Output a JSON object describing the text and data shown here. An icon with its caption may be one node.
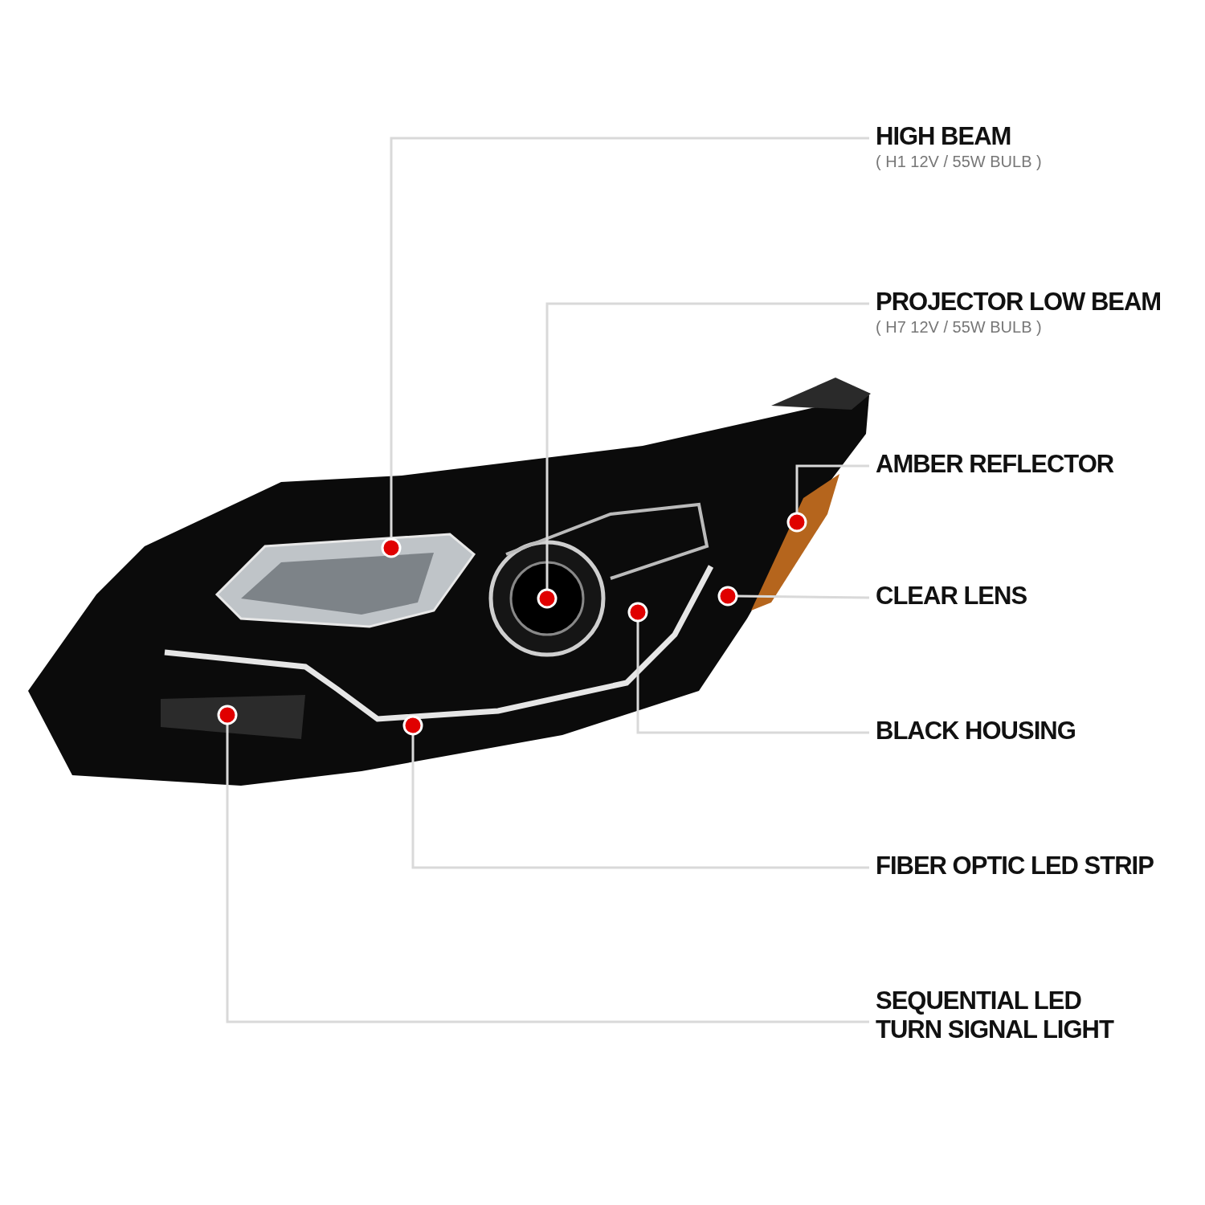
{
  "diagram": {
    "nodes": [
      {
        "text": [
          "HIGH BEAM",
          "( H1 12V / 55W BULB )"
        ]
      },
      {
        "text": [
          "PROJECTOR LOW BEAM",
          "( H7 12V / 55W BULB )"
        ]
      },
      {
        "text": [
          "AMBER REFLECTOR"
        ]
      },
      {
        "text": [
          "CLEAR LENS"
        ]
      },
      {
        "text": [
          "BLACK HOUSING"
        ]
      },
      {
        "text": [
          "FIBER OPTIC LED STRIP"
        ]
      },
      {
        "text": [
          "SEQUENTIAL LED TURN SIGNAL LIGHT"
        ]
      },
      {
        "text": [],
        "shape": "circle"
      },
      {
        "text": [],
        "shape": "circle"
      },
      {
        "text": [],
        "shape": "circle"
      },
      {
        "text": [],
        "shape": "circle"
      },
      {
        "text": [],
        "shape": "circle"
      },
      {
        "text": [],
        "shape": "circle"
      },
      {
        "text": [],
        "shape": "circle"
      }
    ],
    "edges": [
      {
        "from": 0,
        "to": 8,
        "arrow": "none"
      },
      {
        "from": 1,
        "to": 10,
        "arrow": "none"
      },
      {
        "from": 2,
        "to": 13,
        "arrow": "none"
      },
      {
        "from": 3,
        "to": 12,
        "arrow": "none"
      },
      {
        "from": 4,
        "to": 11,
        "arrow": "none"
      },
      {
        "from": 5,
        "to": 9,
        "arrow": "none"
      },
      {
        "from": 6,
        "to": 7,
        "arrow": "none"
      }
    ]
  }
}
